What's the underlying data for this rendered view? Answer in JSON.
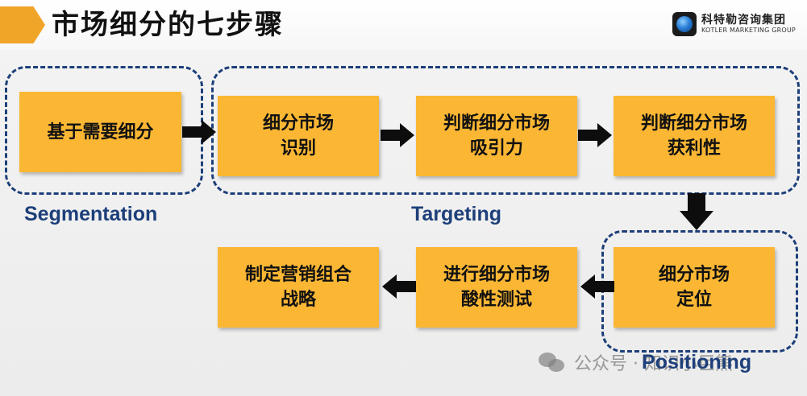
{
  "header": {
    "title": "市场细分的七步骤",
    "logo_cn": "科特勒咨询集团",
    "logo_en": "KOTLER MARKETING GROUP"
  },
  "steps": {
    "s1": "基于需要细分",
    "s2": "细分市场\n识别",
    "s3": "判断细分市场\n吸引力",
    "s4": "判断细分市场\n获利性",
    "s5": "细分市场\n定位",
    "s6": "进行细分市场\n酸性测试",
    "s7": "制定营销组合\n战略"
  },
  "phases": {
    "segmentation": "Segmentation",
    "targeting": "Targeting",
    "positioning": "Positioning"
  },
  "watermark": {
    "text": "公众号 · 知识小巨熊"
  },
  "colors": {
    "box_fill": "#fbb734",
    "group_border": "#1d3f7a",
    "accent": "#f0a528"
  }
}
